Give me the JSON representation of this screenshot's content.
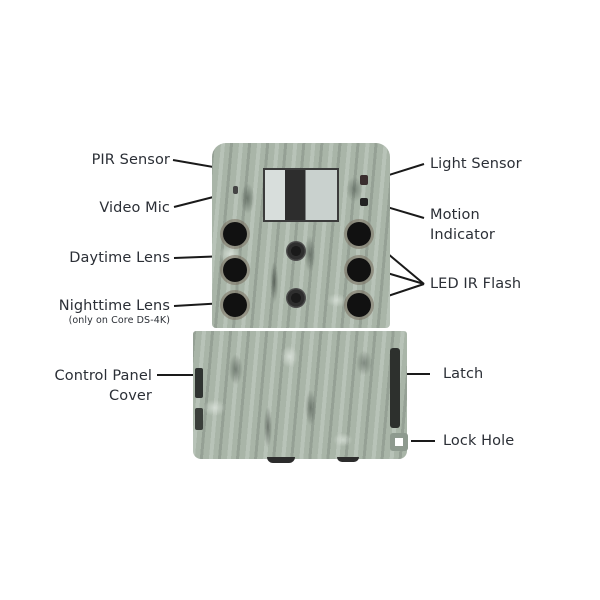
{
  "diagram": {
    "subject": "Trail camera front view",
    "text_color": "#2b2f36",
    "line_color": "#1a1a1a",
    "labels_left": [
      {
        "id": "pir",
        "text": "PIR Sensor"
      },
      {
        "id": "mic",
        "text": "Video Mic"
      },
      {
        "id": "day",
        "text": "Daytime Lens"
      },
      {
        "id": "night",
        "text": "Nighttime Lens",
        "note": "(only on Core DS-4K)"
      },
      {
        "id": "cover",
        "text": "Control Panel",
        "text2": "Cover"
      }
    ],
    "labels_right": [
      {
        "id": "light",
        "text": "Light Sensor"
      },
      {
        "id": "motion",
        "text": "Motion",
        "text2": "Indicator"
      },
      {
        "id": "led",
        "text": "LED IR Flash"
      },
      {
        "id": "latch",
        "text": "Latch"
      },
      {
        "id": "lock",
        "text": "Lock Hole"
      }
    ]
  }
}
